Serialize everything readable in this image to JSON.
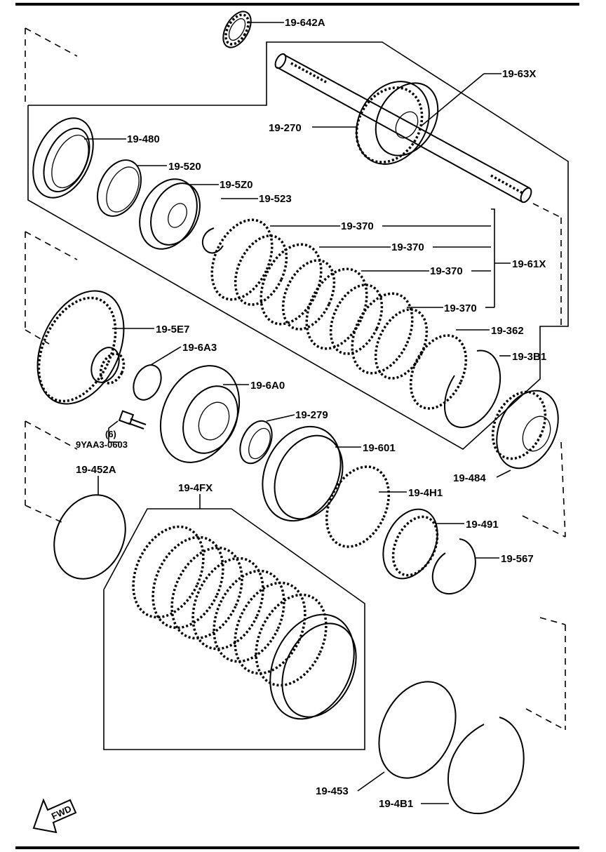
{
  "diagram": {
    "part_labels": {
      "p642a": "19-642A",
      "p63x": "19-63X",
      "p270": "19-270",
      "p480": "19-480",
      "p520": "19-520",
      "p5z0": "19-5Z0",
      "p523": "19-523",
      "p370a": "19-370",
      "p370b": "19-370",
      "p370c": "19-370",
      "p370d": "19-370",
      "p61x": "19-61X",
      "p362": "19-362",
      "p3b1": "19-3B1",
      "p5e7": "19-5E7",
      "p6a3": "19-6A3",
      "p6a0": "19-6A0",
      "p279": "19-279",
      "qty": "(6)",
      "bolt": "9YAA3-0603",
      "p601": "19-601",
      "p4h1": "19-4H1",
      "p484": "19-484",
      "p491": "19-491",
      "p452a": "19-452A",
      "p4fx": "19-4FX",
      "p567": "19-567",
      "p453": "19-453",
      "p4b1": "19-4B1",
      "fwd": "FWD"
    }
  }
}
